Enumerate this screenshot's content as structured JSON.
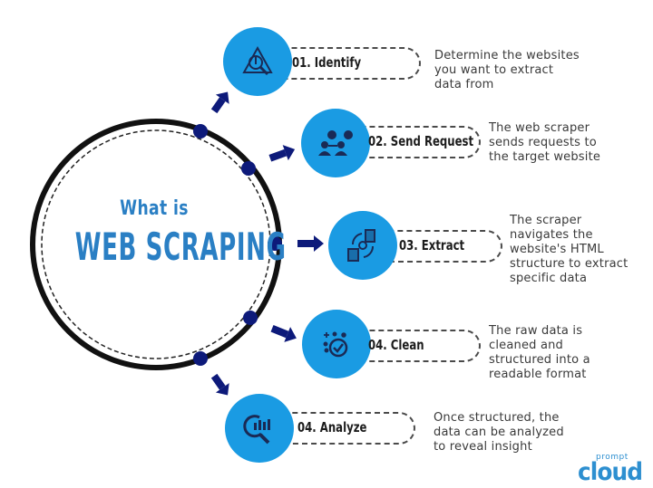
{
  "hub": {
    "subtitle": "What is",
    "title": "WEB SCRAPING"
  },
  "steps": [
    {
      "label": "01. Identify",
      "icon": "warning-search-icon",
      "description": [
        "Determine the websites",
        "you want to extract",
        "data from"
      ]
    },
    {
      "label": "02. Send Request",
      "icon": "people-chat-icon",
      "description": [
        "The web scraper",
        "sends requests to",
        "the target website"
      ]
    },
    {
      "label": "03. Extract",
      "icon": "data-cycle-icon",
      "description": [
        "The scraper",
        "navigates the",
        "website's HTML",
        "structure to extract",
        "specific data"
      ]
    },
    {
      "label": "04. Clean",
      "icon": "sparkle-check-icon",
      "description": [
        "The raw data is",
        "cleaned and",
        "structured into a",
        "readable format"
      ]
    },
    {
      "label": "04. Analyze",
      "icon": "chart-magnifier-icon",
      "description": [
        "Once structured, the",
        "data can be analyzed",
        "to reveal insight"
      ]
    }
  ],
  "logo": {
    "top": "prompt",
    "main": "cloud"
  },
  "colors": {
    "hub_text": "#2a7fc4",
    "step_circle": "#1a9be3",
    "arrow": "#0d1a7a",
    "ring": "#111111",
    "logo": "#2d8fd0"
  }
}
